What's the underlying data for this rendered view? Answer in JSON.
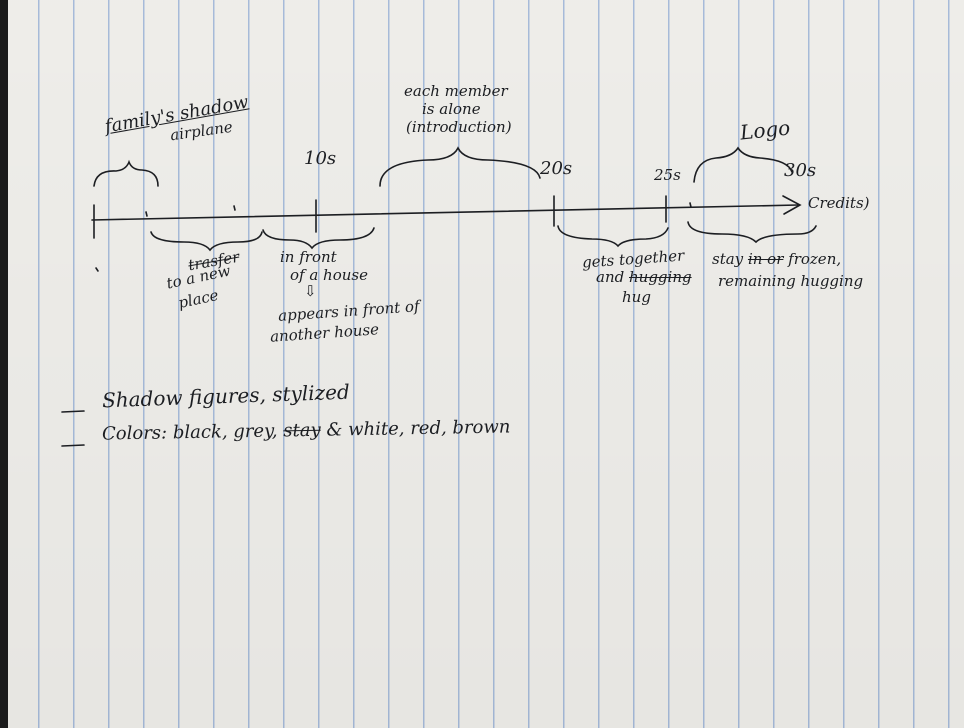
{
  "timeline": {
    "title_line1": "family's shadow",
    "title_line2": "airplane",
    "mark_10s": "10s",
    "mark_20s": "20s",
    "mark_25s": "25s",
    "mark_30s": "30s",
    "end_label": "Credits)",
    "logo_label": "Logo",
    "intro_line1": "each member",
    "intro_line2": "is alone",
    "intro_line3": "(introduction)"
  },
  "segments": {
    "transfer_struck": "trasfer",
    "transfer_line1": "to a new",
    "transfer_line2": "place",
    "house_line1": "in front",
    "house_line2": "of a house",
    "house_arrow": "⇩",
    "house_line3": "appears in front of",
    "house_line4": "another house",
    "together_line1": "gets together",
    "together_line2_a": "and",
    "together_struck": "hugging",
    "together_line3": "hug",
    "stay_a": "stay",
    "stay_struck": "in or",
    "stay_b": "frozen,",
    "stay_line2": "remaining hugging"
  },
  "notes": {
    "item1": "Shadow figures, stylized",
    "item2_a": "Colors: black, grey,",
    "item2_struck": "stay",
    "item2_b": "& white, red, brown"
  },
  "colors": {
    "paper": "#f3f2ee",
    "rule_lines": "#a9bedd",
    "ink": "#1c1e22"
  }
}
